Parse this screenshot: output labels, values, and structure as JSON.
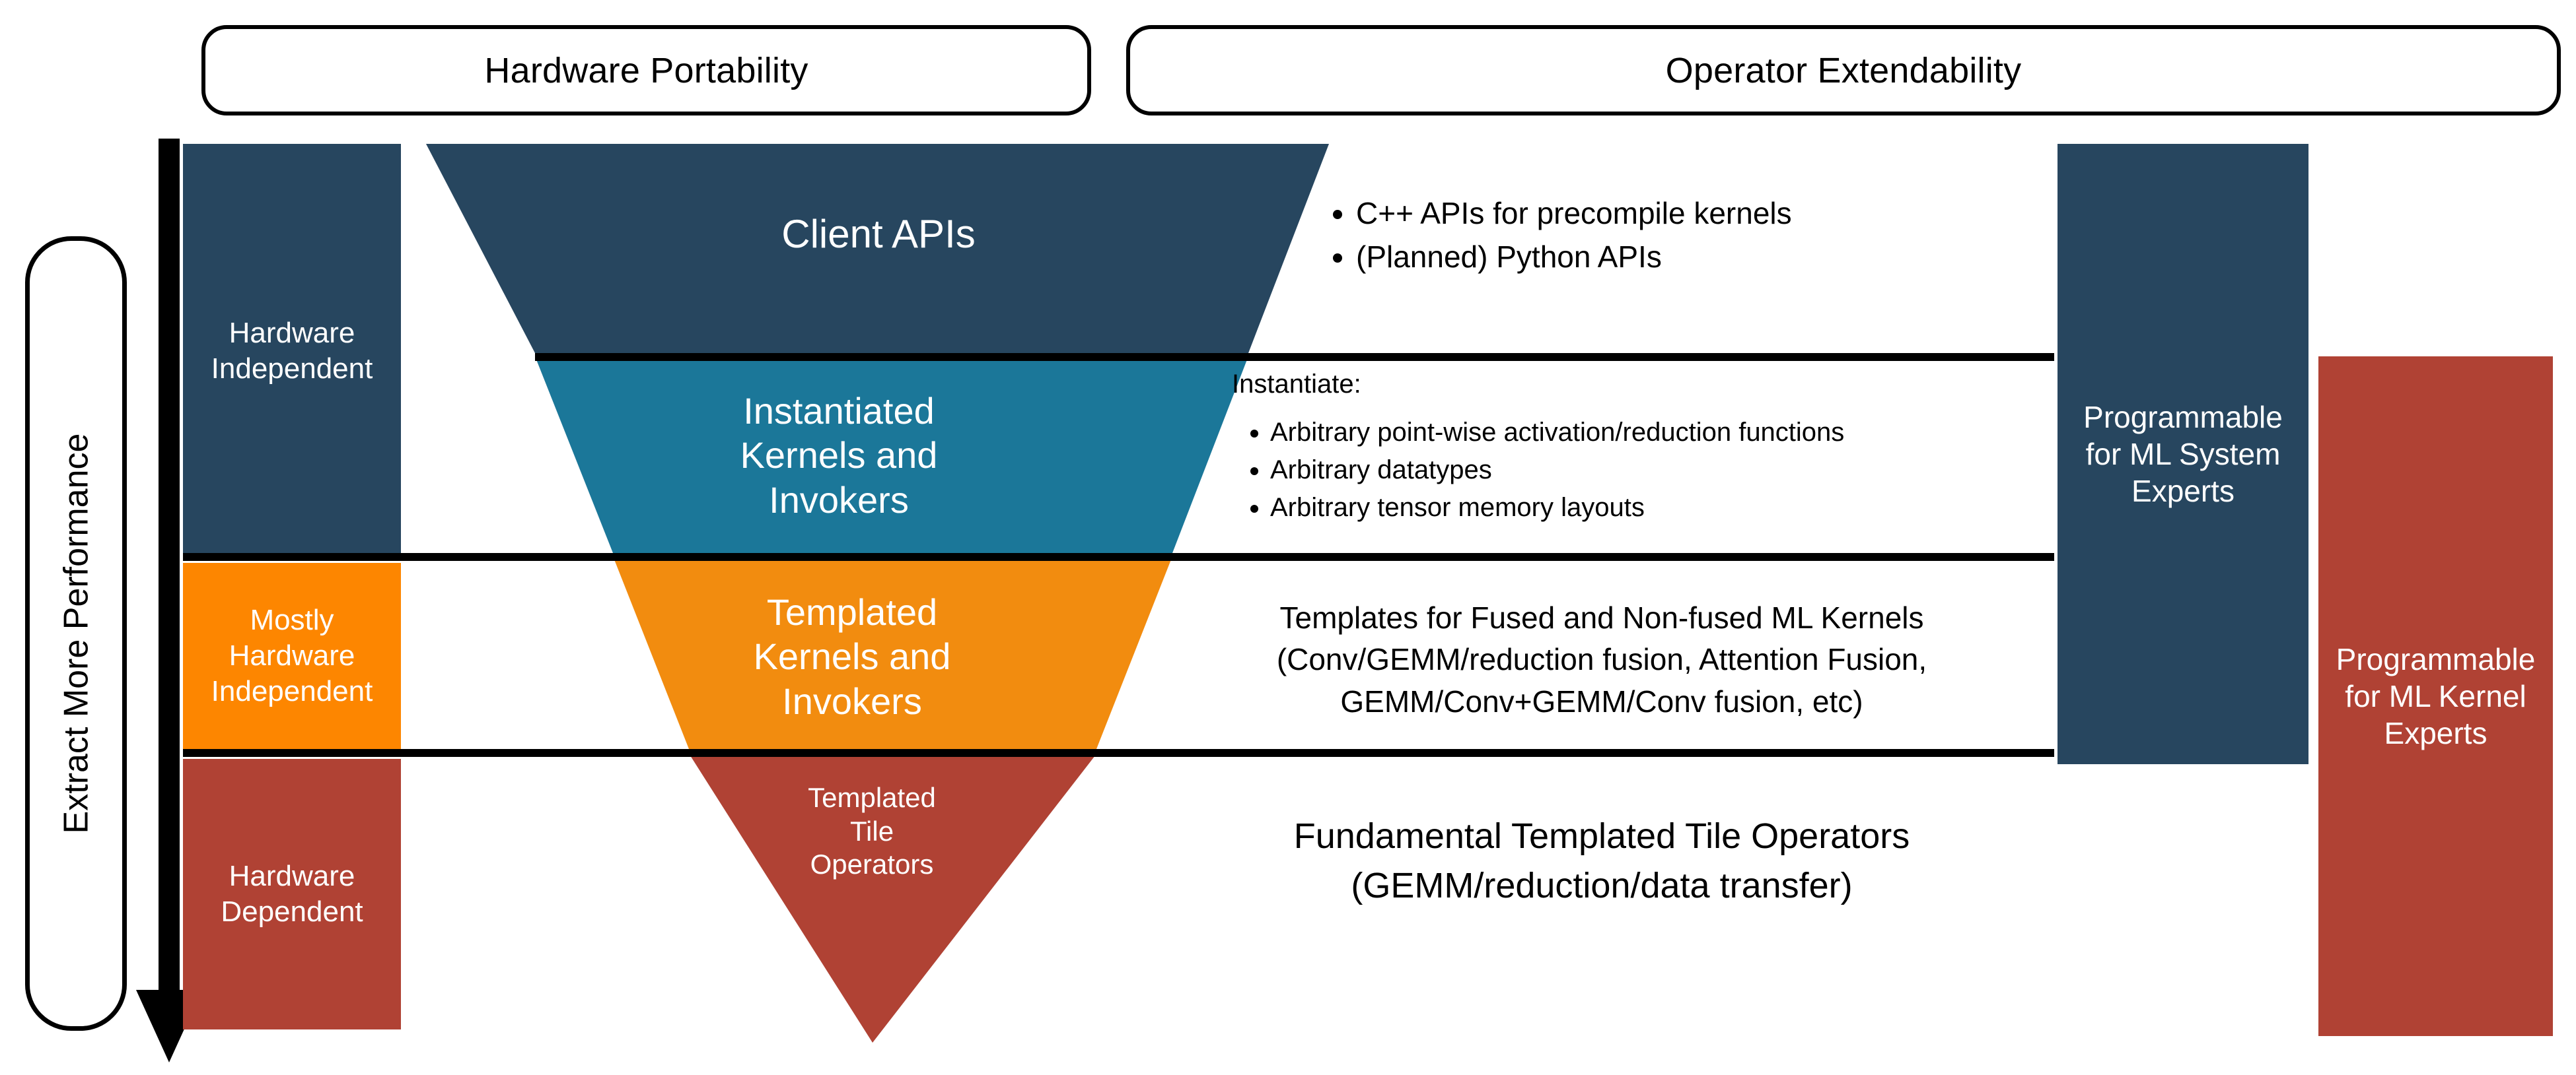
{
  "headers": {
    "hardware_portability": "Hardware Portability",
    "operator_extendability": "Operator Extendability"
  },
  "axis": {
    "performance_label": "Extract More Performance",
    "arrow_direction": "down-arrow-icon"
  },
  "left_column": {
    "levels": [
      {
        "label": "Hardware\nIndependent",
        "color": "#27465f"
      },
      {
        "label": "Mostly\nHardware\nIndependent",
        "color": "#fd8600"
      },
      {
        "label": "Hardware\nDependent",
        "color": "#b04234"
      }
    ],
    "level_0": "Hardware Independent",
    "level_1": "Mostly Hardware Independent",
    "level_2": "Hardware Dependent"
  },
  "funnel": {
    "layers": [
      {
        "name": "Client APIs",
        "color": "#27465f"
      },
      {
        "name": "Instantiated Kernels and Invokers",
        "color": "#1b7799"
      },
      {
        "name": "Templated Kernels and Invokers",
        "color": "#f28c0f"
      },
      {
        "name": "Templated Tile Operators",
        "color": "#b04234"
      }
    ],
    "layer_0_label": "Client APIs",
    "layer_1_label": "Instantiated\nKernels and\nInvokers",
    "layer_2_label": "Templated\nKernels and\nInvokers",
    "layer_3_label": "Templated\nTile\nOperators"
  },
  "descriptions": {
    "client_apis_bullets": [
      "C++ APIs for precompile kernels",
      "(Planned) Python APIs"
    ],
    "instantiate_heading": "Instantiate:",
    "instantiate_bullets": [
      "Arbitrary point-wise activation/reduction functions",
      "Arbitrary datatypes",
      "Arbitrary tensor memory layouts"
    ],
    "templated_kernels_text": "Templates for Fused and Non-fused ML Kernels (Conv/GEMM/reduction fusion, Attention Fusion, GEMM/Conv+GEMM/Conv fusion, etc)",
    "templated_kernels_lines": [
      "Templates for Fused and Non-fused ML Kernels",
      "(Conv/GEMM/reduction fusion, Attention Fusion,",
      "GEMM/Conv+GEMM/Conv fusion, etc)"
    ],
    "fundamental_tile_text": "Fundamental Templated Tile Operators (GEMM/reduction/data transfer)",
    "fundamental_tile_lines": [
      "Fundamental Templated Tile Operators",
      "(GEMM/reduction/data transfer)"
    ]
  },
  "expert_bars": {
    "system_experts": "Programmable\nfor ML System\nExperts",
    "kernel_experts": "Programmable\nfor ML Kernel\nExperts"
  },
  "colors": {
    "dark_blue": "#27465f",
    "medium_blue": "#1b7799",
    "orange_bar": "#fd8600",
    "orange_funnel": "#f28c0f",
    "red": "#b04234",
    "black": "#000000",
    "white": "#ffffff"
  }
}
